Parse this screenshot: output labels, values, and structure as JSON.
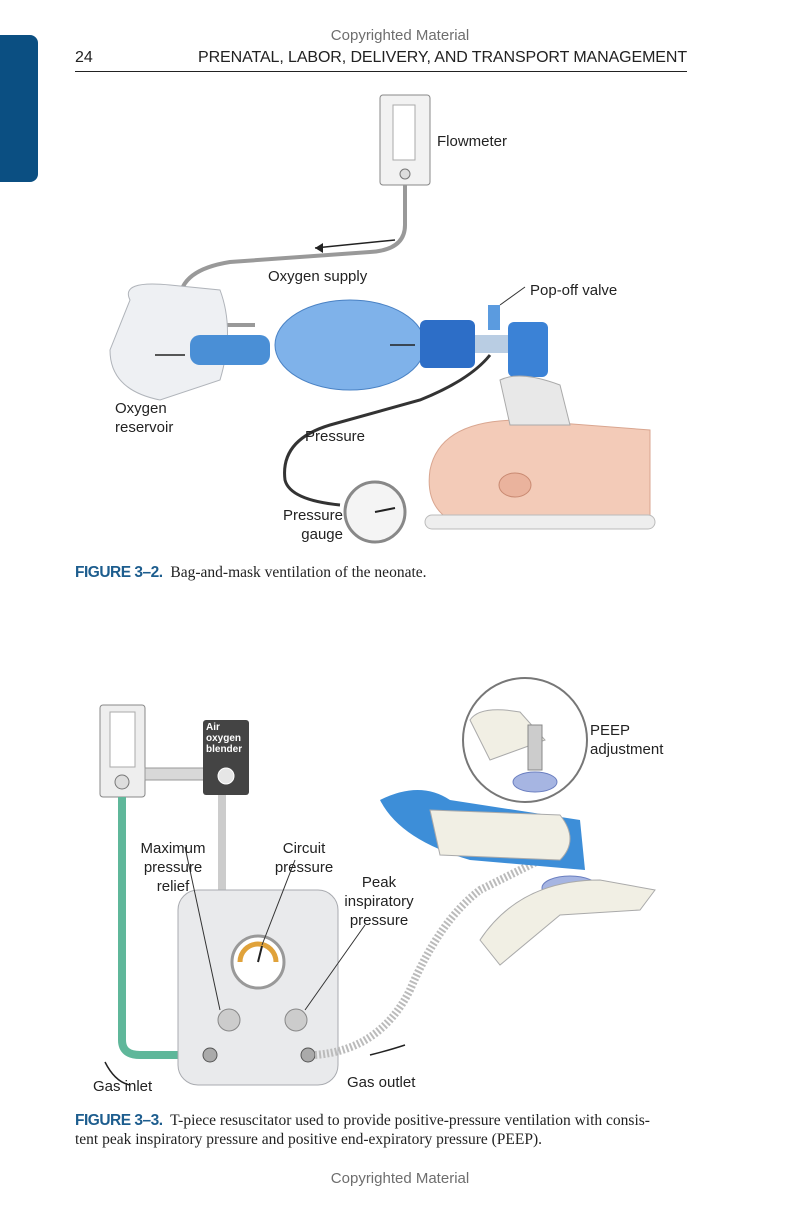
{
  "watermark_top": "Copyrighted Material",
  "watermark_bottom": "Copyrighted Material",
  "header": {
    "page_number": "24",
    "running_title": "PRENATAL, LABOR, DELIVERY, AND TRANSPORT MANAGEMENT"
  },
  "figure_1": {
    "labels": {
      "flowmeter": "Flowmeter",
      "oxygen_supply": "Oxygen supply",
      "pop_off_valve": "Pop-off valve",
      "oxygen_reservoir_1": "Oxygen",
      "oxygen_reservoir_2": "reservoir",
      "pressure": "Pressure",
      "pressure_gauge_1": "Pressure",
      "pressure_gauge_2": "gauge"
    },
    "caption_number": "FIGURE 3–2.",
    "caption_text": "Bag-and-mask ventilation of the neonate."
  },
  "figure_2": {
    "labels": {
      "peep_1": "PEEP",
      "peep_2": "adjustment",
      "blender_1": "Air",
      "blender_2": "oxygen",
      "blender_3": "blender",
      "max_relief_1": "Maximum",
      "max_relief_2": "pressure",
      "max_relief_3": "relief",
      "circuit_1": "Circuit",
      "circuit_2": "pressure",
      "peak_1": "Peak",
      "peak_2": "inspiratory",
      "peak_3": "pressure",
      "gas_inlet": "Gas inlet",
      "gas_outlet": "Gas outlet"
    },
    "caption_number": "FIGURE 3–3.",
    "caption_line1": "T-piece resuscitator used to provide positive-pressure ventilation with consis-",
    "caption_line2": "tent peak inspiratory pressure and positive end-expiratory pressure (PEEP)."
  }
}
